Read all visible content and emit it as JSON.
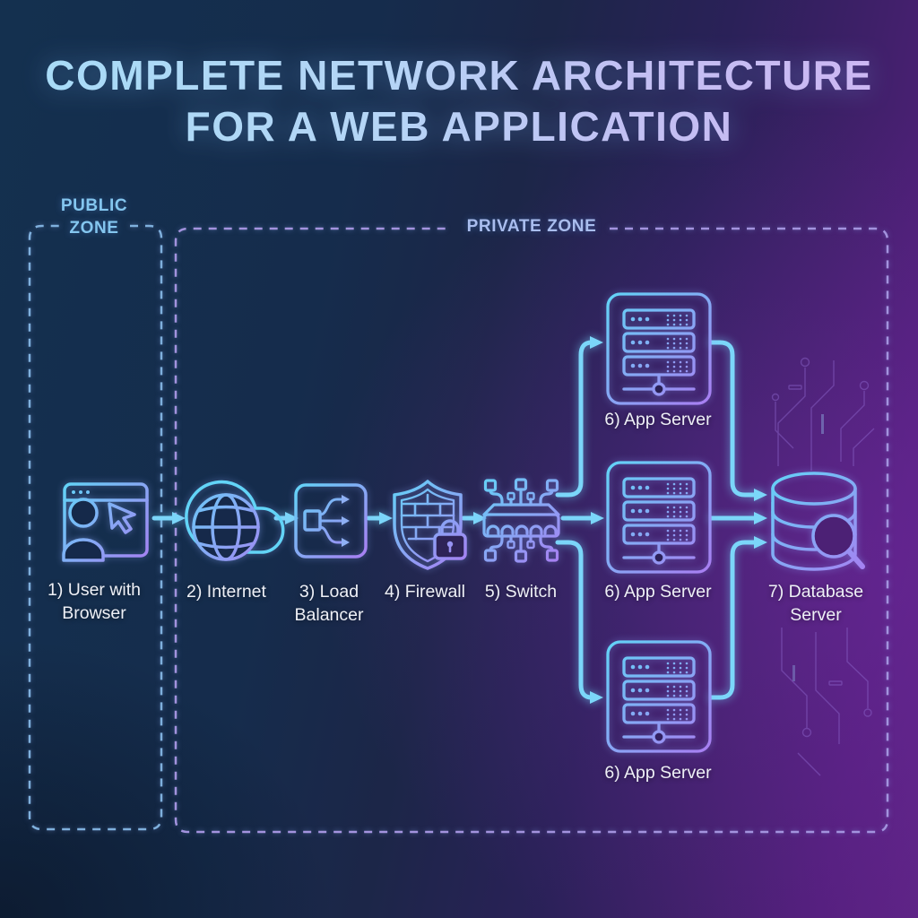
{
  "title": {
    "line1": "COMPLETE NETWORK ARCHITECTURE",
    "line2": "FOR A WEB APPLICATION"
  },
  "zones": {
    "public": {
      "label": "PUBLIC ZONE",
      "members": [
        "user"
      ]
    },
    "private": {
      "label": "PRIVATE ZONE",
      "members": [
        "internet",
        "load_balancer",
        "firewall",
        "switch",
        "app_server_top",
        "app_server_middle",
        "app_server_bottom",
        "database"
      ]
    }
  },
  "nodes": {
    "user": {
      "label": "1) User with Browser",
      "icon": "user-browser-icon"
    },
    "internet": {
      "label": "2) Internet",
      "icon": "cloud-globe-icon"
    },
    "load_balancer": {
      "label": "3) Load Balancer",
      "icon": "load-balancer-icon"
    },
    "firewall": {
      "label": "4) Firewall",
      "icon": "firewall-shield-lock-icon"
    },
    "switch": {
      "label": "5) Switch",
      "icon": "network-switch-icon"
    },
    "app_server_top": {
      "label": "6) App Server",
      "icon": "server-rack-icon"
    },
    "app_server_middle": {
      "label": "6) App Server",
      "icon": "server-rack-icon"
    },
    "app_server_bottom": {
      "label": "6) App Server",
      "icon": "server-rack-icon"
    },
    "database": {
      "label": "7) Database Server",
      "icon": "database-search-icon"
    }
  },
  "connections": [
    {
      "from": "user",
      "to": "internet"
    },
    {
      "from": "internet",
      "to": "load_balancer"
    },
    {
      "from": "load_balancer",
      "to": "firewall"
    },
    {
      "from": "firewall",
      "to": "switch"
    },
    {
      "from": "switch",
      "to": "app_server_top"
    },
    {
      "from": "switch",
      "to": "app_server_middle"
    },
    {
      "from": "switch",
      "to": "app_server_bottom"
    },
    {
      "from": "app_server_top",
      "to": "database"
    },
    {
      "from": "app_server_middle",
      "to": "database"
    },
    {
      "from": "app_server_bottom",
      "to": "database"
    }
  ],
  "colors": {
    "background_top_left": "#14304f",
    "background_bottom_right": "#5d2384",
    "icon_gradient_start": "#62d4f7",
    "icon_gradient_end": "#a97df2",
    "arrow": "#7bd6f9",
    "public_zone_border": "#7fb0dd",
    "private_zone_border": "#a393de",
    "public_zone_text": "#84c6ef",
    "private_zone_text": "#a9bdee",
    "node_label_text": "#eef0f6",
    "title_gradient_start": "#a6dcf7",
    "title_gradient_end": "#ceb5f3"
  }
}
